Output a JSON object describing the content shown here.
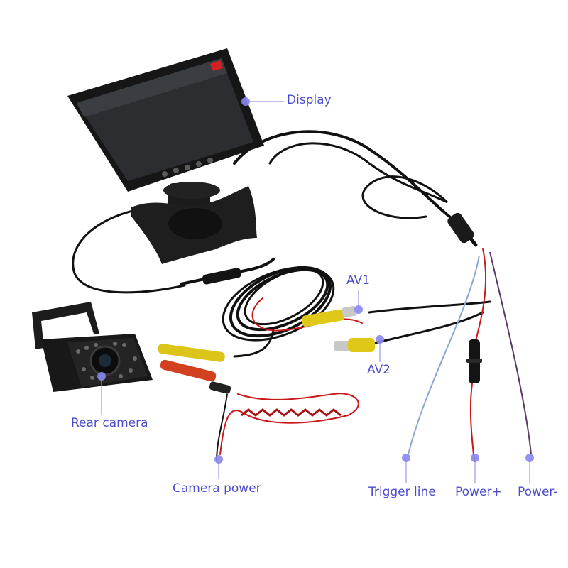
{
  "colors": {
    "label_text": "#4d4dcc",
    "callout_dot": "#8a87f0",
    "callout_line": "#9a98e8"
  },
  "labels": {
    "display": "Display",
    "av1": "AV1",
    "av2": "AV2",
    "rear_camera": "Rear camera",
    "camera_power": "Camera power",
    "trigger_line": "Trigger line",
    "power_plus": "Power+",
    "power_minus": "Power-"
  }
}
